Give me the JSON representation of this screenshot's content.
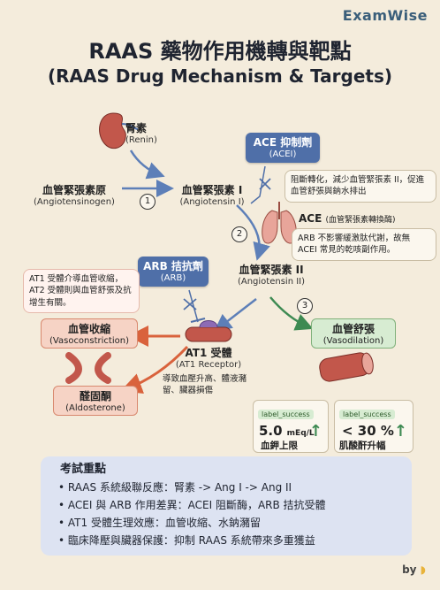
{
  "brand": "ExamWise",
  "title": "RAAS 藥物作用機轉與靶點",
  "subtitle": "(RAAS Drug Mechanism & Targets)",
  "renin": {
    "name": "腎素",
    "en": "(Renin)"
  },
  "angiotensinogen": {
    "name": "血管緊張素原",
    "en": "(Angiotensinogen)"
  },
  "ang1": {
    "name": "血管緊張素 I",
    "en": "(Angiotensin I)"
  },
  "ang2": {
    "name": "血管緊張素 II",
    "en": "(Angiotensin II)"
  },
  "ace_enzyme": {
    "name": "ACE",
    "note": "(血管緊張素轉換酶)"
  },
  "acei": {
    "name": "ACE 抑制劑",
    "en": "(ACEI)",
    "note": "阻斷轉化，減少血管緊張素 II，促進血管舒張與鈉水排出"
  },
  "ace_note": "ARB 不影響緩激肽代謝，故無 ACEI 常見的乾咳副作用。",
  "arb": {
    "name": "ARB 拮抗劑",
    "en": "(ARB)"
  },
  "at1_note": "AT1 受體介導血管收縮，AT2 受體則與血管舒張及抗增生有關。",
  "at1": {
    "name": "AT1 受體",
    "en": "(AT1 Receptor)",
    "effect": "導致血壓升高、體液瀦留、臟器損傷"
  },
  "vasoconstriction": {
    "name": "血管收縮",
    "en": "(Vasoconstriction)"
  },
  "aldosterone": {
    "name": "醛固酮",
    "en": "(Aldosterone)"
  },
  "vasodilation": {
    "name": "血管舒張",
    "en": "(Vasodilation)"
  },
  "steps": [
    "1",
    "2",
    "3"
  ],
  "stats": [
    {
      "tag": "label_success",
      "value": "5.0",
      "unit": "mEq/L",
      "caption": "血鉀上限"
    },
    {
      "tag": "label_success",
      "value": "< 30 %",
      "unit": "",
      "caption": "肌酸酐升幅"
    }
  ],
  "summary": {
    "title": "考試重點",
    "items": [
      "RAAS 系統級聯反應：腎素 -> Ang I -> Ang II",
      "ACEI 與 ARB 作用差異：ACEI 阻斷酶，ARB 拮抗受體",
      "AT1 受體生理效應：血管收縮、水鈉瀦留",
      "臨床降壓與臟器保護：抑制 RAAS 系統帶來多重獲益"
    ]
  },
  "footer": "by",
  "colors": {
    "blue": "#4f6fa8",
    "red": "#d9623c",
    "green": "#3d8a52",
    "arrow": "#5d7fb8"
  }
}
